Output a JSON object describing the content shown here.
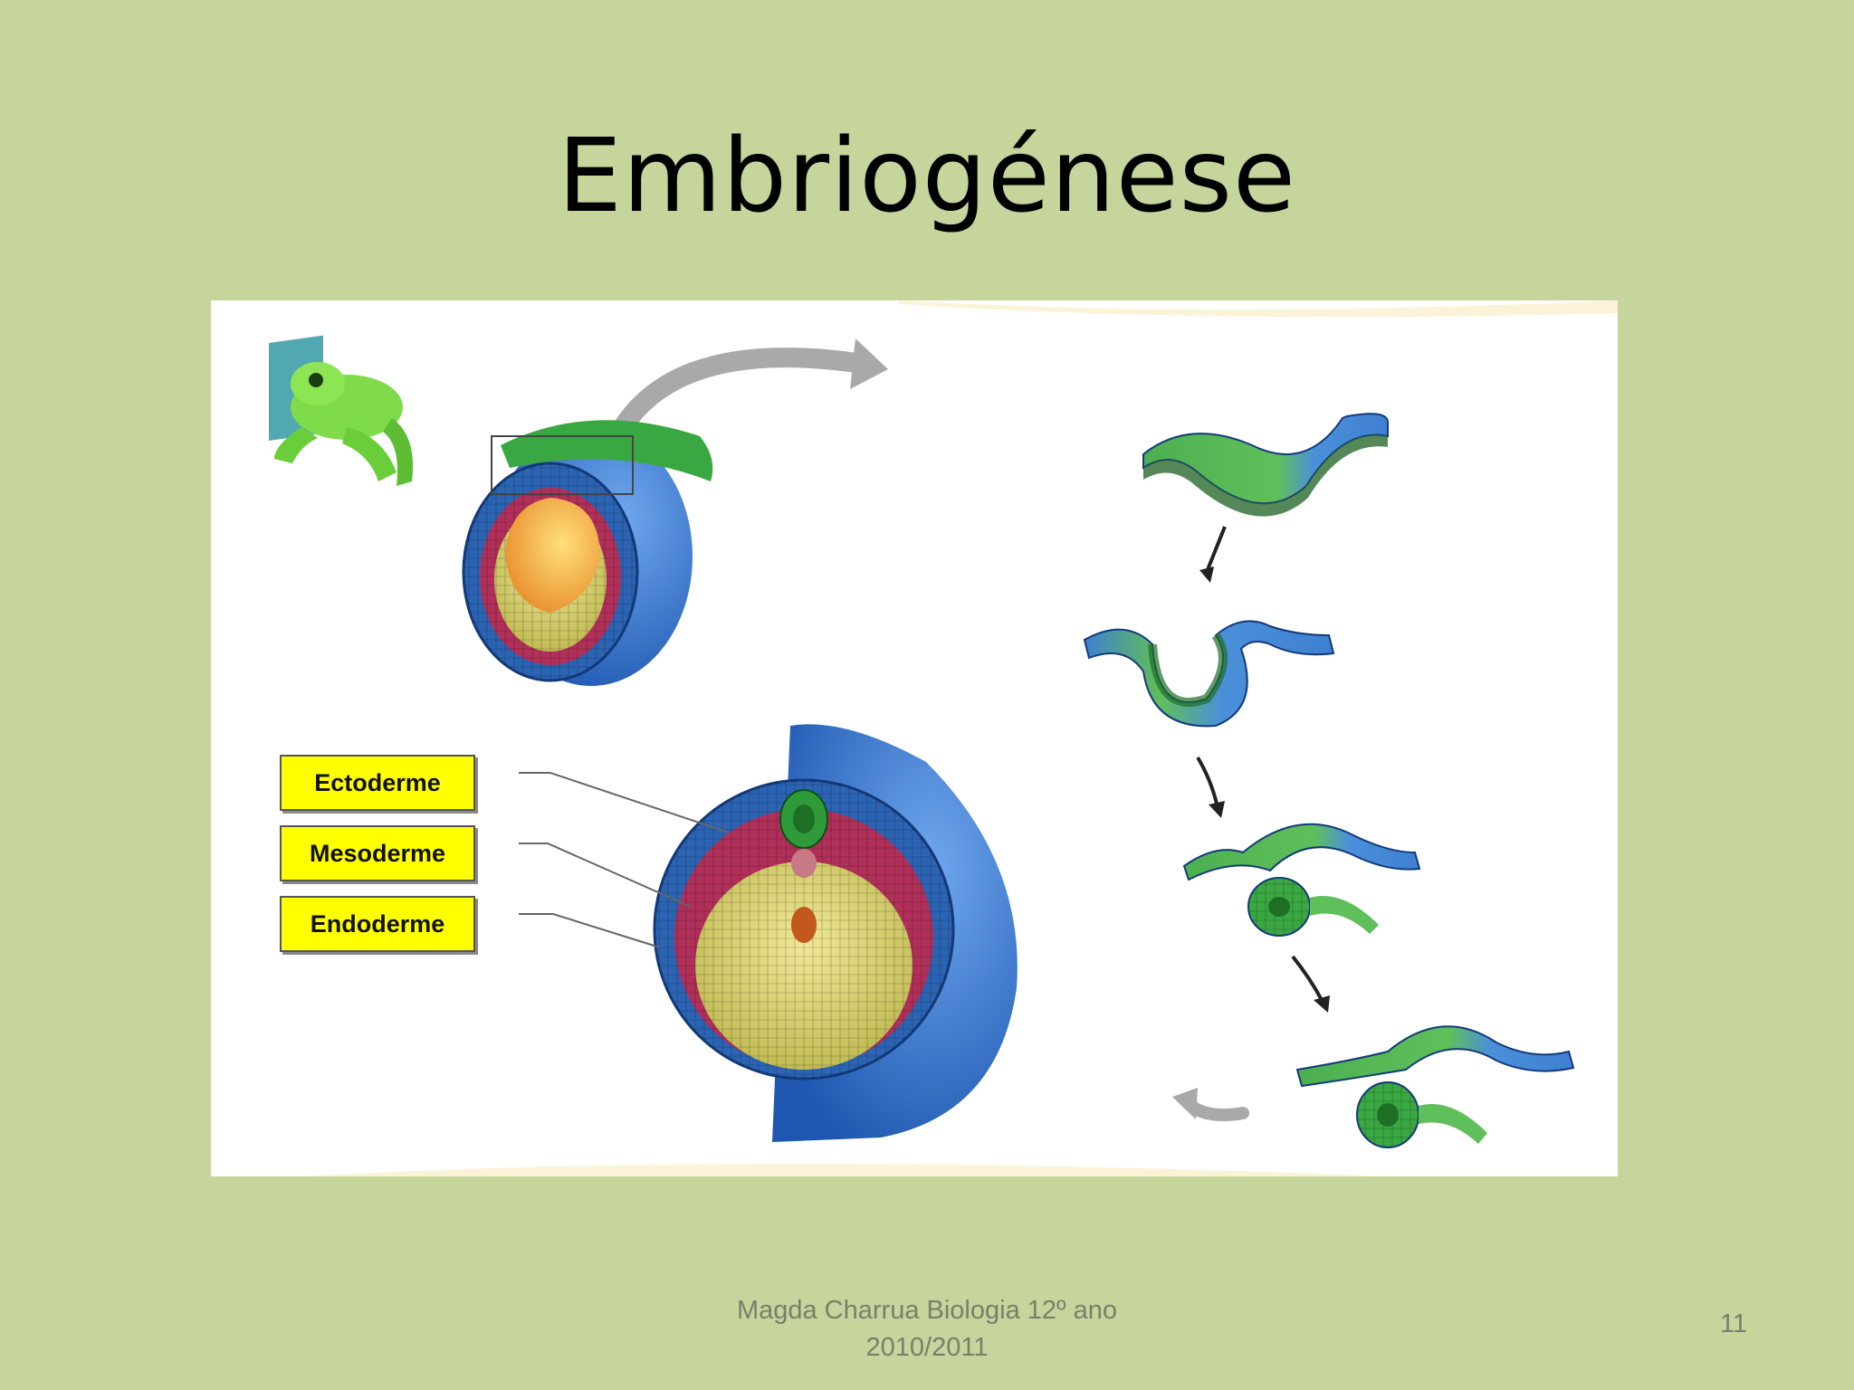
{
  "slide": {
    "title": "Embriogénese",
    "footer_line1": "Magda Charrua Biologia 12º ano",
    "footer_line2": "2010/2011",
    "page_number": "11"
  },
  "diagram": {
    "labels": [
      "Ectoderme",
      "Mesoderme",
      "Endoderme"
    ],
    "icons": [
      "frog-icon",
      "curved-arrow-icon",
      "down-arrow-icon"
    ],
    "colors": {
      "ectoderm": "#2f72c8",
      "mesoderm": "#b0305a",
      "endoderm": "#d6d36a",
      "neural": "#3aa842",
      "label_bg": "#ffff00",
      "background": "#c5d59c"
    }
  }
}
